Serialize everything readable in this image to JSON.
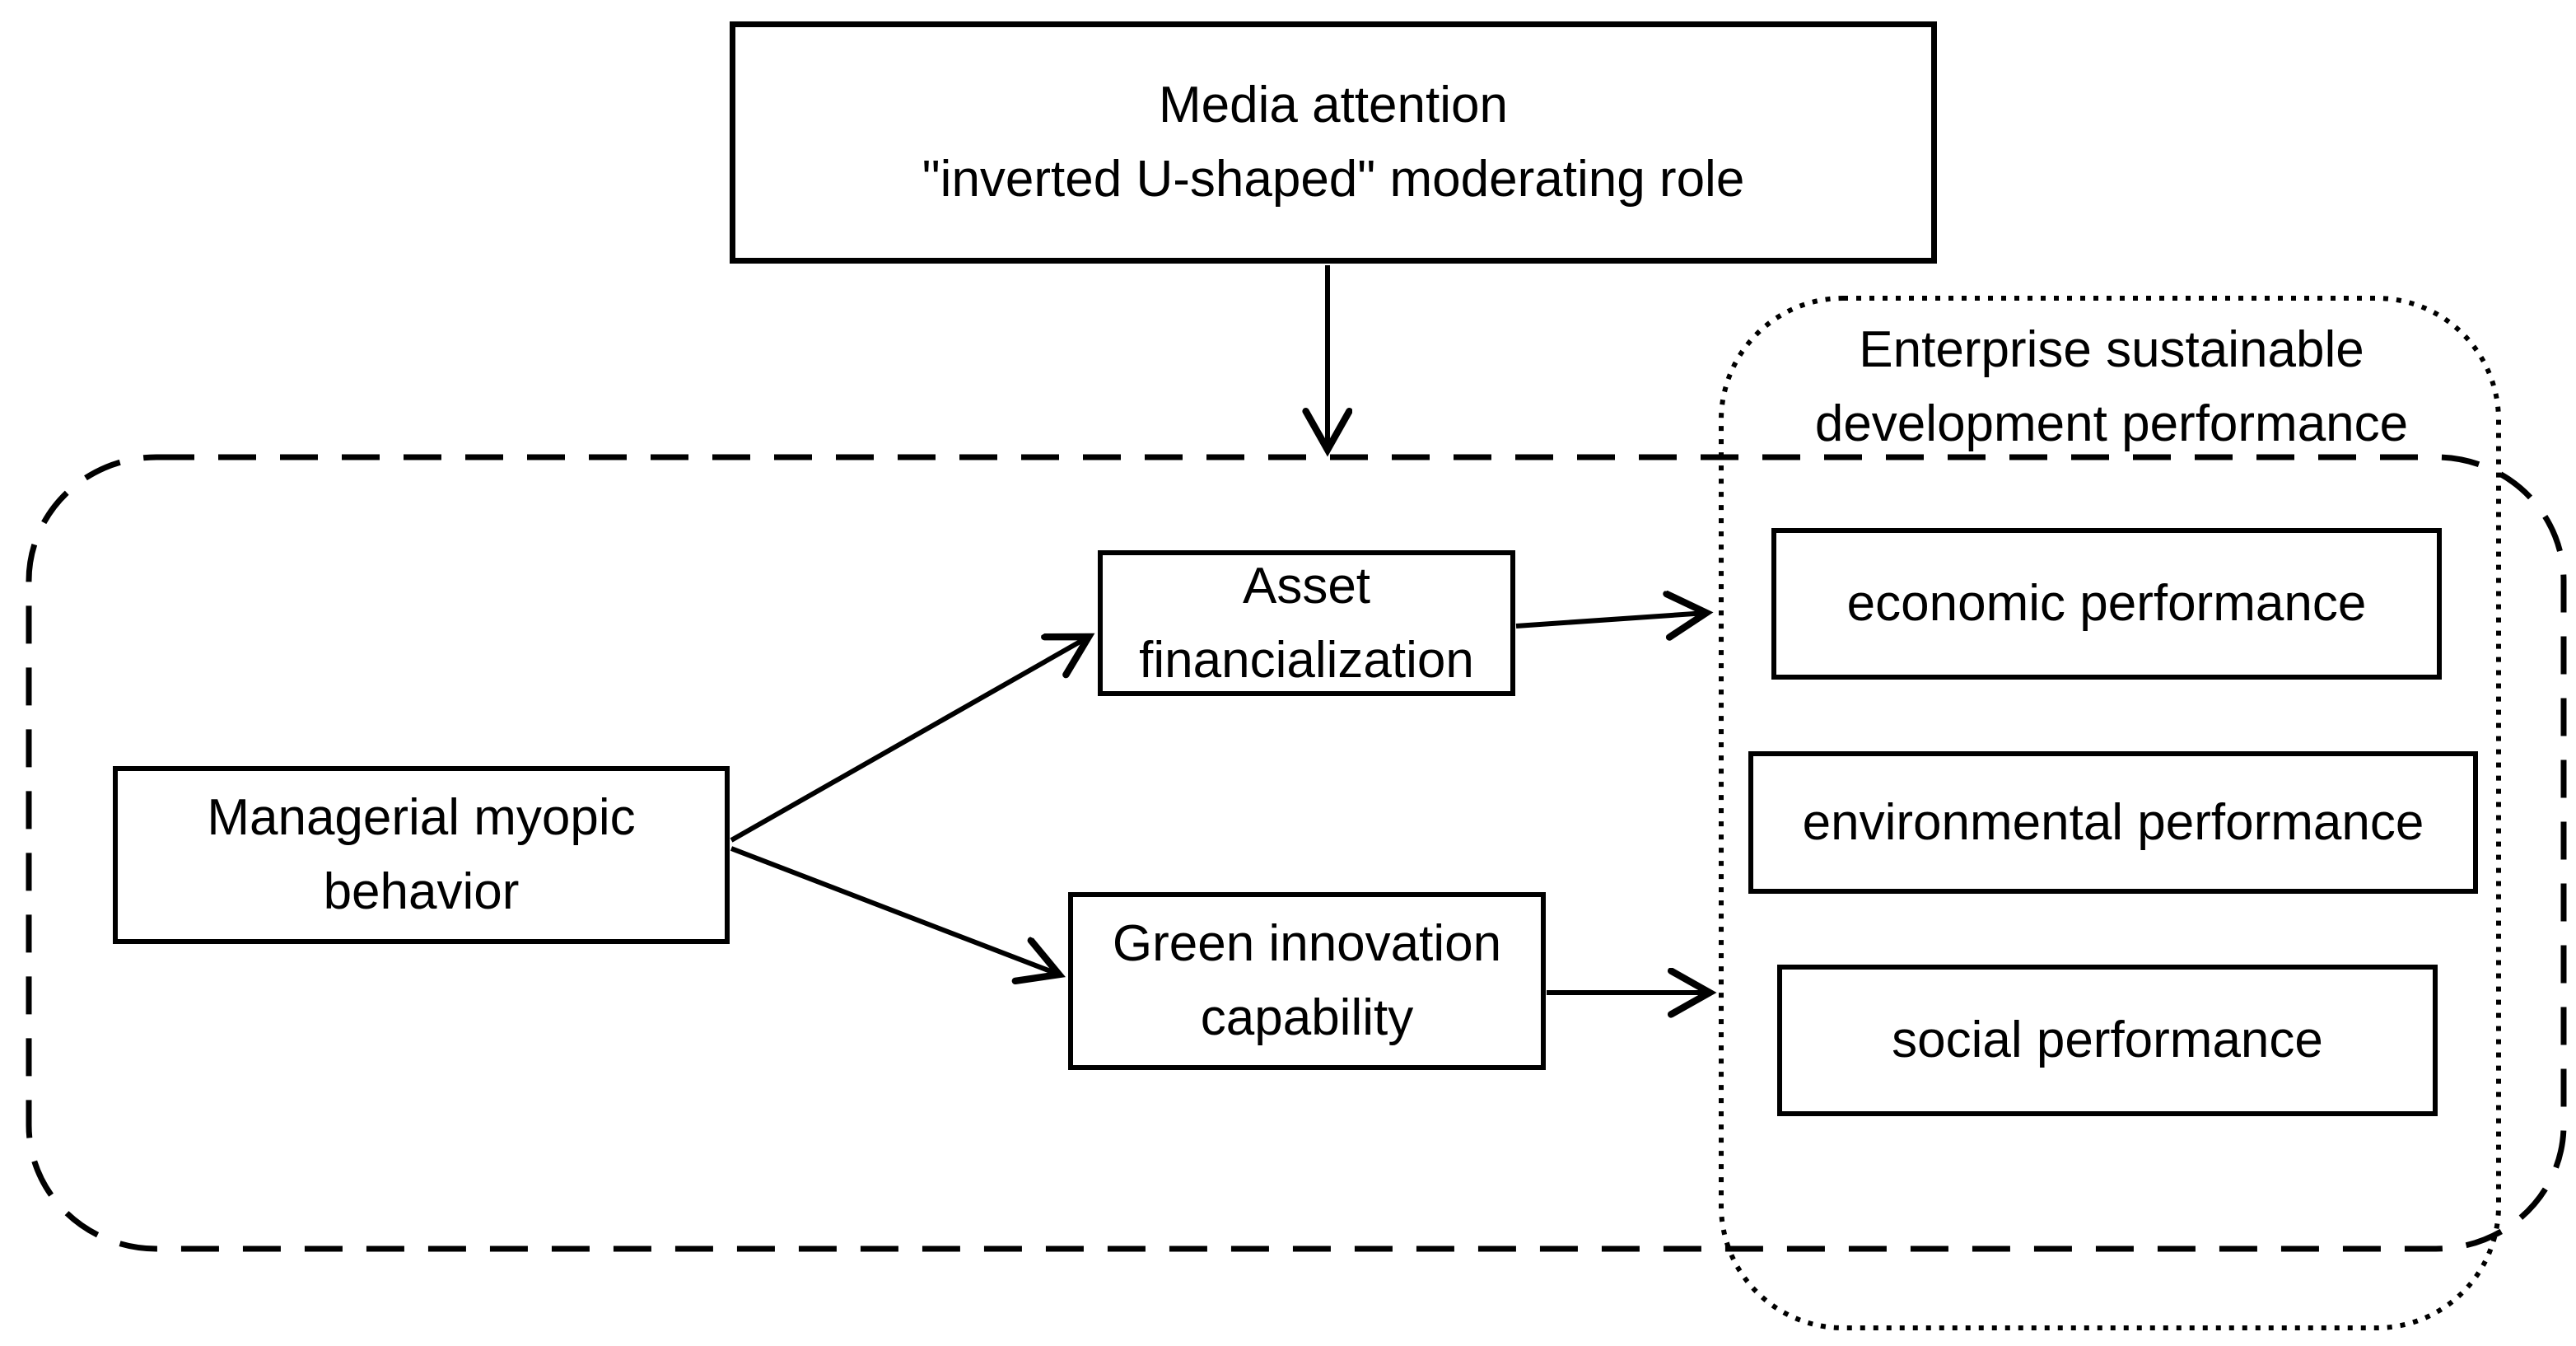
{
  "diagram": {
    "background": "#ffffff",
    "line_color": "#000000",
    "boxes": {
      "media": {
        "line1": "Media attention",
        "line2": "\"inverted U-shaped\" moderating role"
      },
      "managerial": {
        "line1": "Managerial myopic",
        "line2": "behavior"
      },
      "asset": {
        "line1": "Asset",
        "line2": "financialization"
      },
      "green": {
        "line1": "Green innovation",
        "line2": "capability"
      },
      "economic": {
        "label": "economic performance"
      },
      "environmental": {
        "label": "environmental performance"
      },
      "social": {
        "label": "social performance"
      }
    },
    "groups": {
      "enterprise": {
        "line1": "Enterprise sustainable",
        "line2": "development performance"
      }
    }
  }
}
